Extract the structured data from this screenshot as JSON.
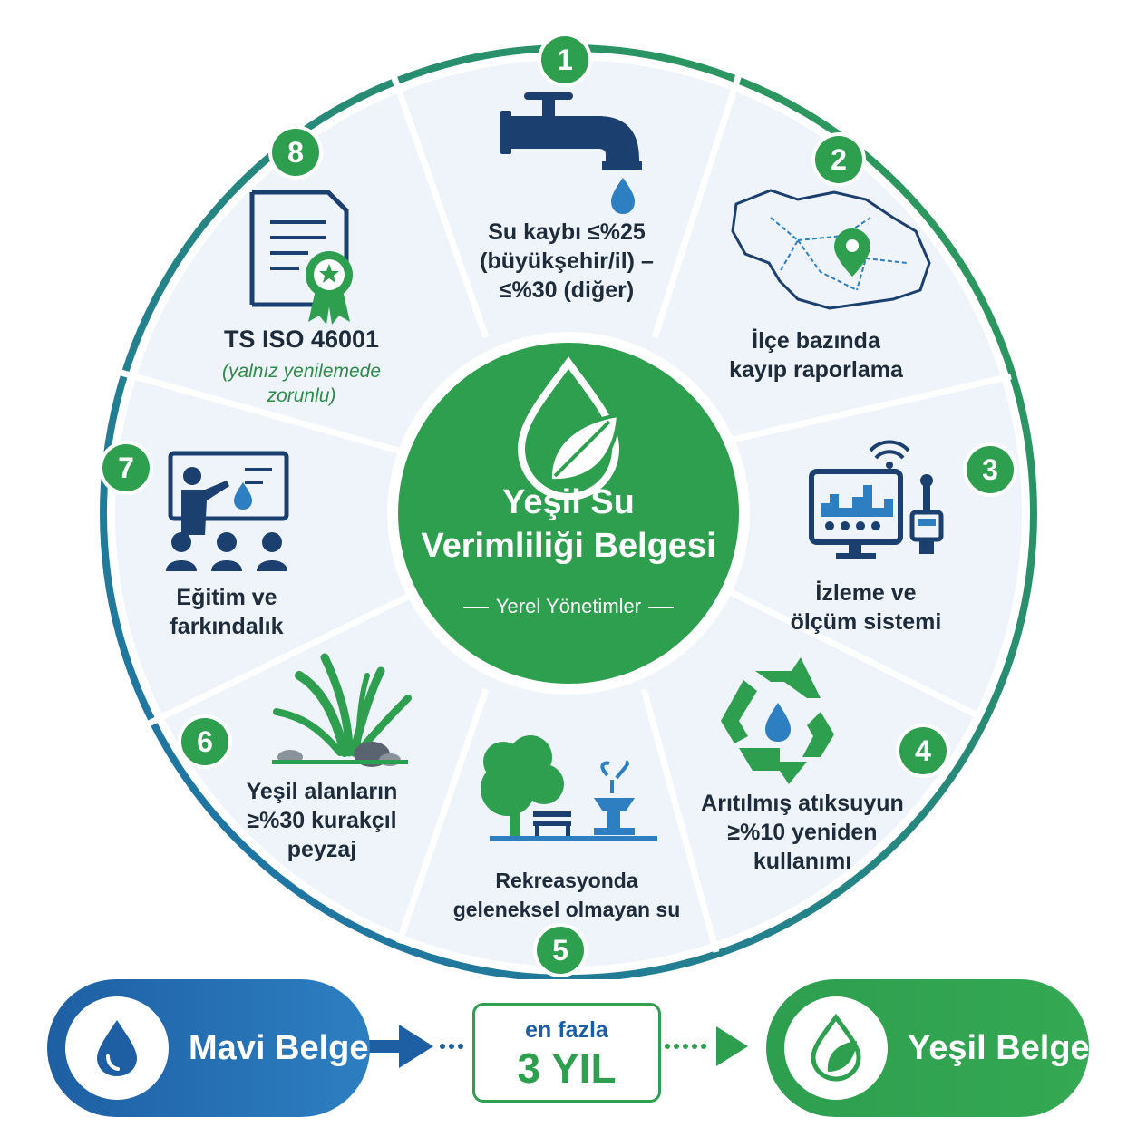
{
  "center": {
    "title_line1": "Yeşil Su",
    "title_line2": "Verimliliği Belgesi",
    "subtitle": "Yerel Yönetimler"
  },
  "segments": [
    {
      "number": "1",
      "lines": [
        "Su kaybı ≤%25",
        "(büyükşehir/il) –",
        "≤%30 (diğer)"
      ],
      "icon": "faucet-drop-icon"
    },
    {
      "number": "2",
      "lines": [
        "İlçe bazında",
        "kayıp raporlama"
      ],
      "icon": "district-map-pin-icon"
    },
    {
      "number": "3",
      "lines": [
        "İzleme ve",
        "ölçüm sistemi"
      ],
      "icon": "monitor-sensor-icon"
    },
    {
      "number": "4",
      "lines": [
        "Arıtılmış atıksuyun",
        "≥%10 yeniden",
        "kullanımı"
      ],
      "icon": "recycle-water-icon"
    },
    {
      "number": "5",
      "lines": [
        "Rekreasyonda",
        "geleneksel olmayan su"
      ],
      "icon": "park-fountain-icon"
    },
    {
      "number": "6",
      "lines": [
        "Yeşil alanların",
        "≥%30 kurakçıl",
        "peyzaj"
      ],
      "icon": "drought-plants-icon"
    },
    {
      "number": "7",
      "lines": [
        "Eğitim ve",
        "farkındalık"
      ],
      "icon": "training-presentation-icon"
    },
    {
      "number": "8",
      "lines": [
        "TS ISO 46001"
      ],
      "note_lines": [
        "(yalnız yenilemede",
        "zorunlu)"
      ],
      "icon": "certificate-icon"
    }
  ],
  "footer": {
    "blue_label": "Mavi Belge",
    "mid_top": "en fazla",
    "mid_big": "3 YIL",
    "green_label": "Yeşil Belge"
  },
  "colors": {
    "green": "#2e9e4f",
    "blue": "#1e5fa3",
    "navy_icon": "#1b3f6e",
    "segment_fill": "#eef4f9"
  }
}
